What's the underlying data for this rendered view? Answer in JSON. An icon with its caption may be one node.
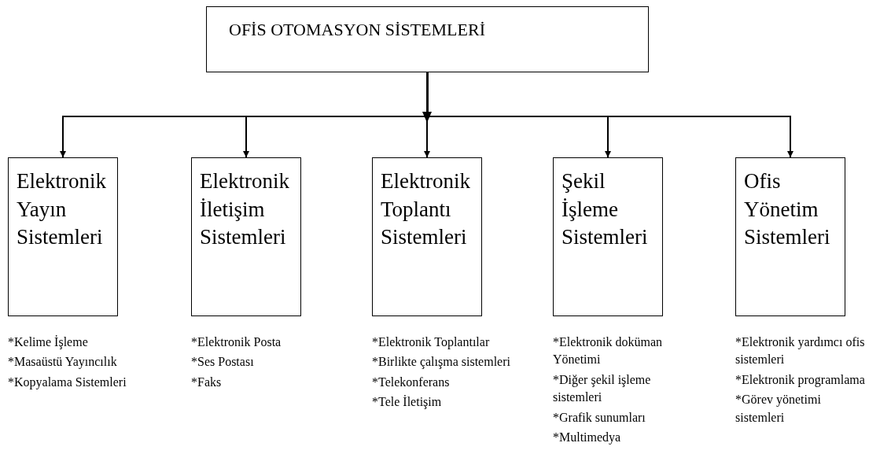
{
  "diagram": {
    "nodes": [
      {
        "text": [
          "OFİS OTOMASYON SİSTEMLERİ"
        ]
      },
      {
        "text": [
          "Elektronik Yayın Sistemleri"
        ],
        "beside": [
          "*Kelime İşleme",
          "*Masaüstü Yayıncılık",
          "*Kopyalama Sistemleri"
        ]
      },
      {
        "text": [
          "Elektronik İletişim Sistemleri"
        ],
        "beside": [
          "*Elektronik Posta",
          "*Ses Postası",
          "*Faks"
        ]
      },
      {
        "text": [
          "Elektronik Toplantı Sistemleri"
        ],
        "beside": [
          "*Elektronik Toplantılar",
          "*Birlikte çalışma sistemleri",
          "*Telekonferans",
          "*Tele İletişim"
        ]
      },
      {
        "text": [
          "Şekil İşleme Sistemleri"
        ],
        "beside": [
          "*Elektronik doküman Yönetimi",
          "*Diğer şekil işleme sistemleri",
          "*Grafik sunumları",
          "*Multimedya"
        ]
      },
      {
        "text": [
          "Ofis Yönetim Sistemleri"
        ],
        "beside": [
          "*Elektronik yardımcı ofis sistemleri",
          "*Elektronik programlama",
          "*Görev yönetimi sistemleri"
        ]
      }
    ],
    "edges": [
      {
        "from": 0,
        "to": 1,
        "arrow": "to"
      },
      {
        "from": 0,
        "to": 2,
        "arrow": "to"
      },
      {
        "from": 0,
        "to": 3,
        "arrow": "to"
      },
      {
        "from": 0,
        "to": 4,
        "arrow": "to"
      },
      {
        "from": 0,
        "to": 5,
        "arrow": "to"
      }
    ]
  }
}
